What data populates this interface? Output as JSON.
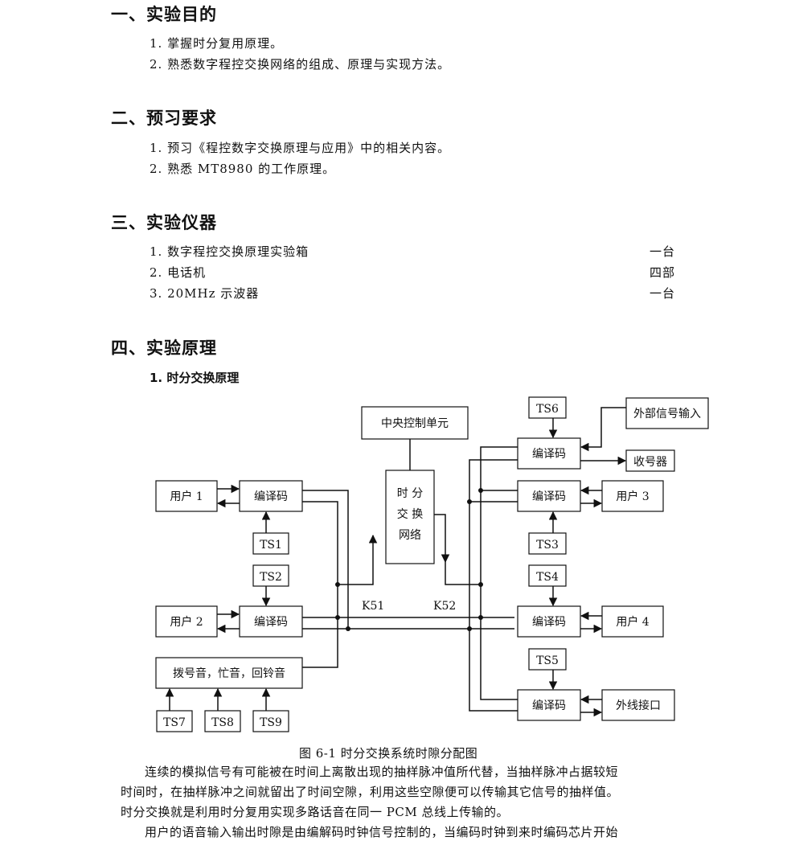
{
  "sections": {
    "s1": {
      "title": "一、实验目的",
      "items": [
        "1. 掌握时分复用原理。",
        "2. 熟悉数字程控交换网络的组成、原理与实现方法。"
      ]
    },
    "s2": {
      "title": "二、预习要求",
      "items": [
        "1. 预习《程控数字交换原理与应用》中的相关内容。",
        "2. 熟悉 MT8980 的工作原理。"
      ]
    },
    "s3": {
      "title": "三、实验仪器",
      "items": [
        {
          "name": "1. 数字程控交换原理实验箱",
          "qty": "一台"
        },
        {
          "name": "2. 电话机",
          "qty": "四部"
        },
        {
          "name": "3. 20MHz 示波器",
          "qty": "一台"
        }
      ]
    },
    "s4": {
      "title": "四、实验原理",
      "subtitle": "1. 时分交换原理"
    }
  },
  "diagram": {
    "central_unit": "中央控制单元",
    "switch_net": [
      "时 分",
      "交 换",
      "网络"
    ],
    "codec": "编译码",
    "user1": "用户 1",
    "user2": "用户 2",
    "user3": "用户 3",
    "user4": "用户 4",
    "tones": "拨号音，忙音，回铃音",
    "ext_signal": "外部信号输入",
    "receiver": "收号器",
    "trunk": "外线接口",
    "ts1": "TS1",
    "ts2": "TS2",
    "ts3": "TS3",
    "ts4": "TS4",
    "ts5": "TS5",
    "ts6": "TS6",
    "ts7": "TS7",
    "ts8": "TS8",
    "ts9": "TS9",
    "k51": "K51",
    "k52": "K52"
  },
  "caption": "图 6-1 时分交换系统时隙分配图",
  "paragraphs": {
    "p1_l1": "连续的模拟信号有可能被在时间上离散出现的抽样脉冲值所代替，当抽样脉冲占据较短",
    "p1_l2": "时间时，在抽样脉冲之间就留出了时间空隙，利用这些空隙便可以传输其它信号的抽样值。",
    "p1_l3": "时分交换就是利用时分复用实现多路话音在同一 PCM 总线上传输的。",
    "p2_l1": "用户的语音输入输出时隙是由编解码时钟信号控制的，当编码时钟到来时编码芯片开始"
  }
}
